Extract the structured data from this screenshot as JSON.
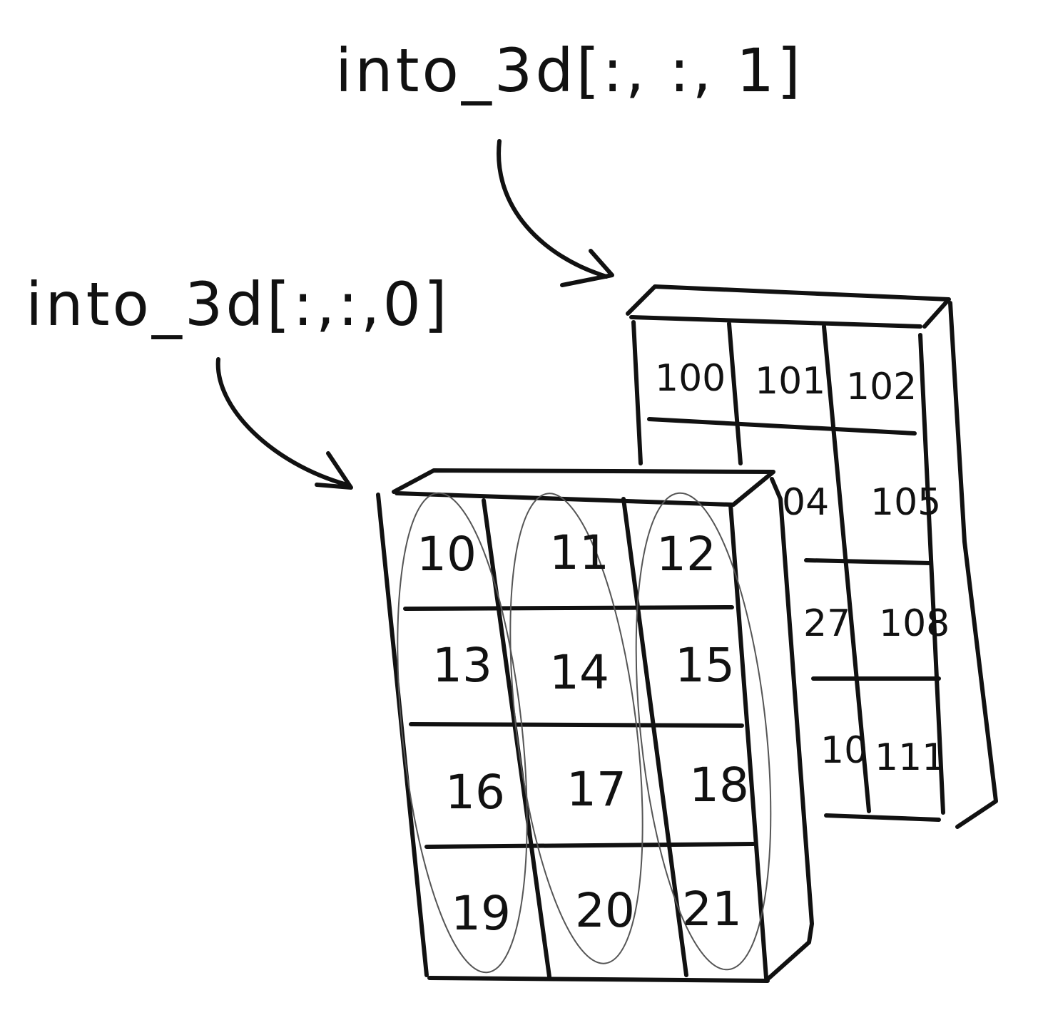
{
  "labels": {
    "slice_1": "into_3d[:, :, 1]",
    "slice_0": "into_3d[:,:,0]"
  },
  "front_layer": {
    "rows": [
      [
        "10",
        "11",
        "12"
      ],
      [
        "13",
        "14",
        "15"
      ],
      [
        "16",
        "17",
        "18"
      ],
      [
        "19",
        "20",
        "21"
      ]
    ]
  },
  "back_layer": {
    "rows": [
      [
        "100",
        "101",
        "102"
      ],
      [
        "",
        "04",
        "105"
      ],
      [
        "",
        "27",
        "108"
      ],
      [
        "",
        "10",
        "111"
      ]
    ]
  },
  "colors": {
    "ink": "#111111",
    "pencil": "#555555",
    "paper": "#ffffff"
  }
}
